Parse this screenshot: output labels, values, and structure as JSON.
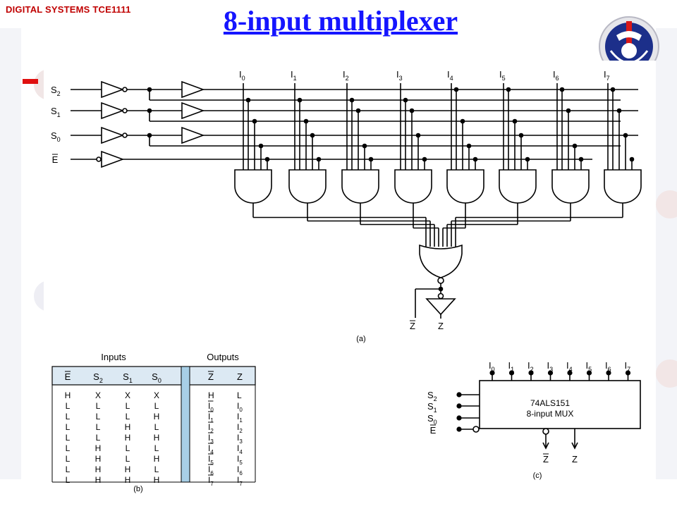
{
  "header": {
    "course_label": "DIGITAL SYSTEMS TCE1111",
    "title": "8-input multiplexer"
  },
  "diagram_a": {
    "select_labels": [
      "S",
      "S",
      "S"
    ],
    "select_subscripts": [
      "2",
      "1",
      "0"
    ],
    "enable_label": "E",
    "data_input_labels": [
      "I",
      "I",
      "I",
      "I",
      "I",
      "I",
      "I",
      "I"
    ],
    "data_input_subscripts": [
      "0",
      "1",
      "2",
      "3",
      "4",
      "5",
      "6",
      "7"
    ],
    "output_zbar": "Z",
    "output_z": "Z",
    "caption": "(a)"
  },
  "truth_table": {
    "group_inputs": "Inputs",
    "group_outputs": "Outputs",
    "header_inputs": [
      "E",
      "S",
      "S",
      "S"
    ],
    "header_input_subscripts": [
      "",
      "2",
      "1",
      "0"
    ],
    "header_outputs": [
      "Z",
      "Z"
    ],
    "rows": [
      {
        "e": "H",
        "s2": "X",
        "s1": "X",
        "s0": "X",
        "zbar": "H",
        "z": "L"
      },
      {
        "e": "L",
        "s2": "L",
        "s1": "L",
        "s0": "L",
        "zbar": "I0",
        "z": "I0"
      },
      {
        "e": "L",
        "s2": "L",
        "s1": "L",
        "s0": "H",
        "zbar": "I1",
        "z": "I1"
      },
      {
        "e": "L",
        "s2": "L",
        "s1": "H",
        "s0": "L",
        "zbar": "I2",
        "z": "I2"
      },
      {
        "e": "L",
        "s2": "L",
        "s1": "H",
        "s0": "H",
        "zbar": "I3",
        "z": "I3"
      },
      {
        "e": "L",
        "s2": "H",
        "s1": "L",
        "s0": "L",
        "zbar": "I4",
        "z": "I4"
      },
      {
        "e": "L",
        "s2": "H",
        "s1": "L",
        "s0": "H",
        "zbar": "I5",
        "z": "I5"
      },
      {
        "e": "L",
        "s2": "H",
        "s1": "H",
        "s0": "L",
        "zbar": "I6",
        "z": "I6"
      },
      {
        "e": "L",
        "s2": "H",
        "s1": "H",
        "s0": "H",
        "zbar": "I7",
        "z": "I7"
      }
    ],
    "caption": "(b)"
  },
  "chip": {
    "part_number": "74ALS151",
    "description": "8-input MUX",
    "input_labels": [
      "I",
      "I",
      "I",
      "I",
      "I",
      "I",
      "I",
      "I"
    ],
    "input_subscripts": [
      "0",
      "1",
      "2",
      "3",
      "4",
      "5",
      "6",
      "7"
    ],
    "select_labels": [
      "S",
      "S",
      "S"
    ],
    "select_subscripts": [
      "2",
      "1",
      "0"
    ],
    "enable_label": "E",
    "output_zbar": "Z",
    "output_z": "Z",
    "caption": "(c)"
  },
  "colors": {
    "title": "#1515ff",
    "course_label": "#c00000",
    "table_header_fill": "#dce9f3",
    "table_divider": "#a8cfe6"
  }
}
